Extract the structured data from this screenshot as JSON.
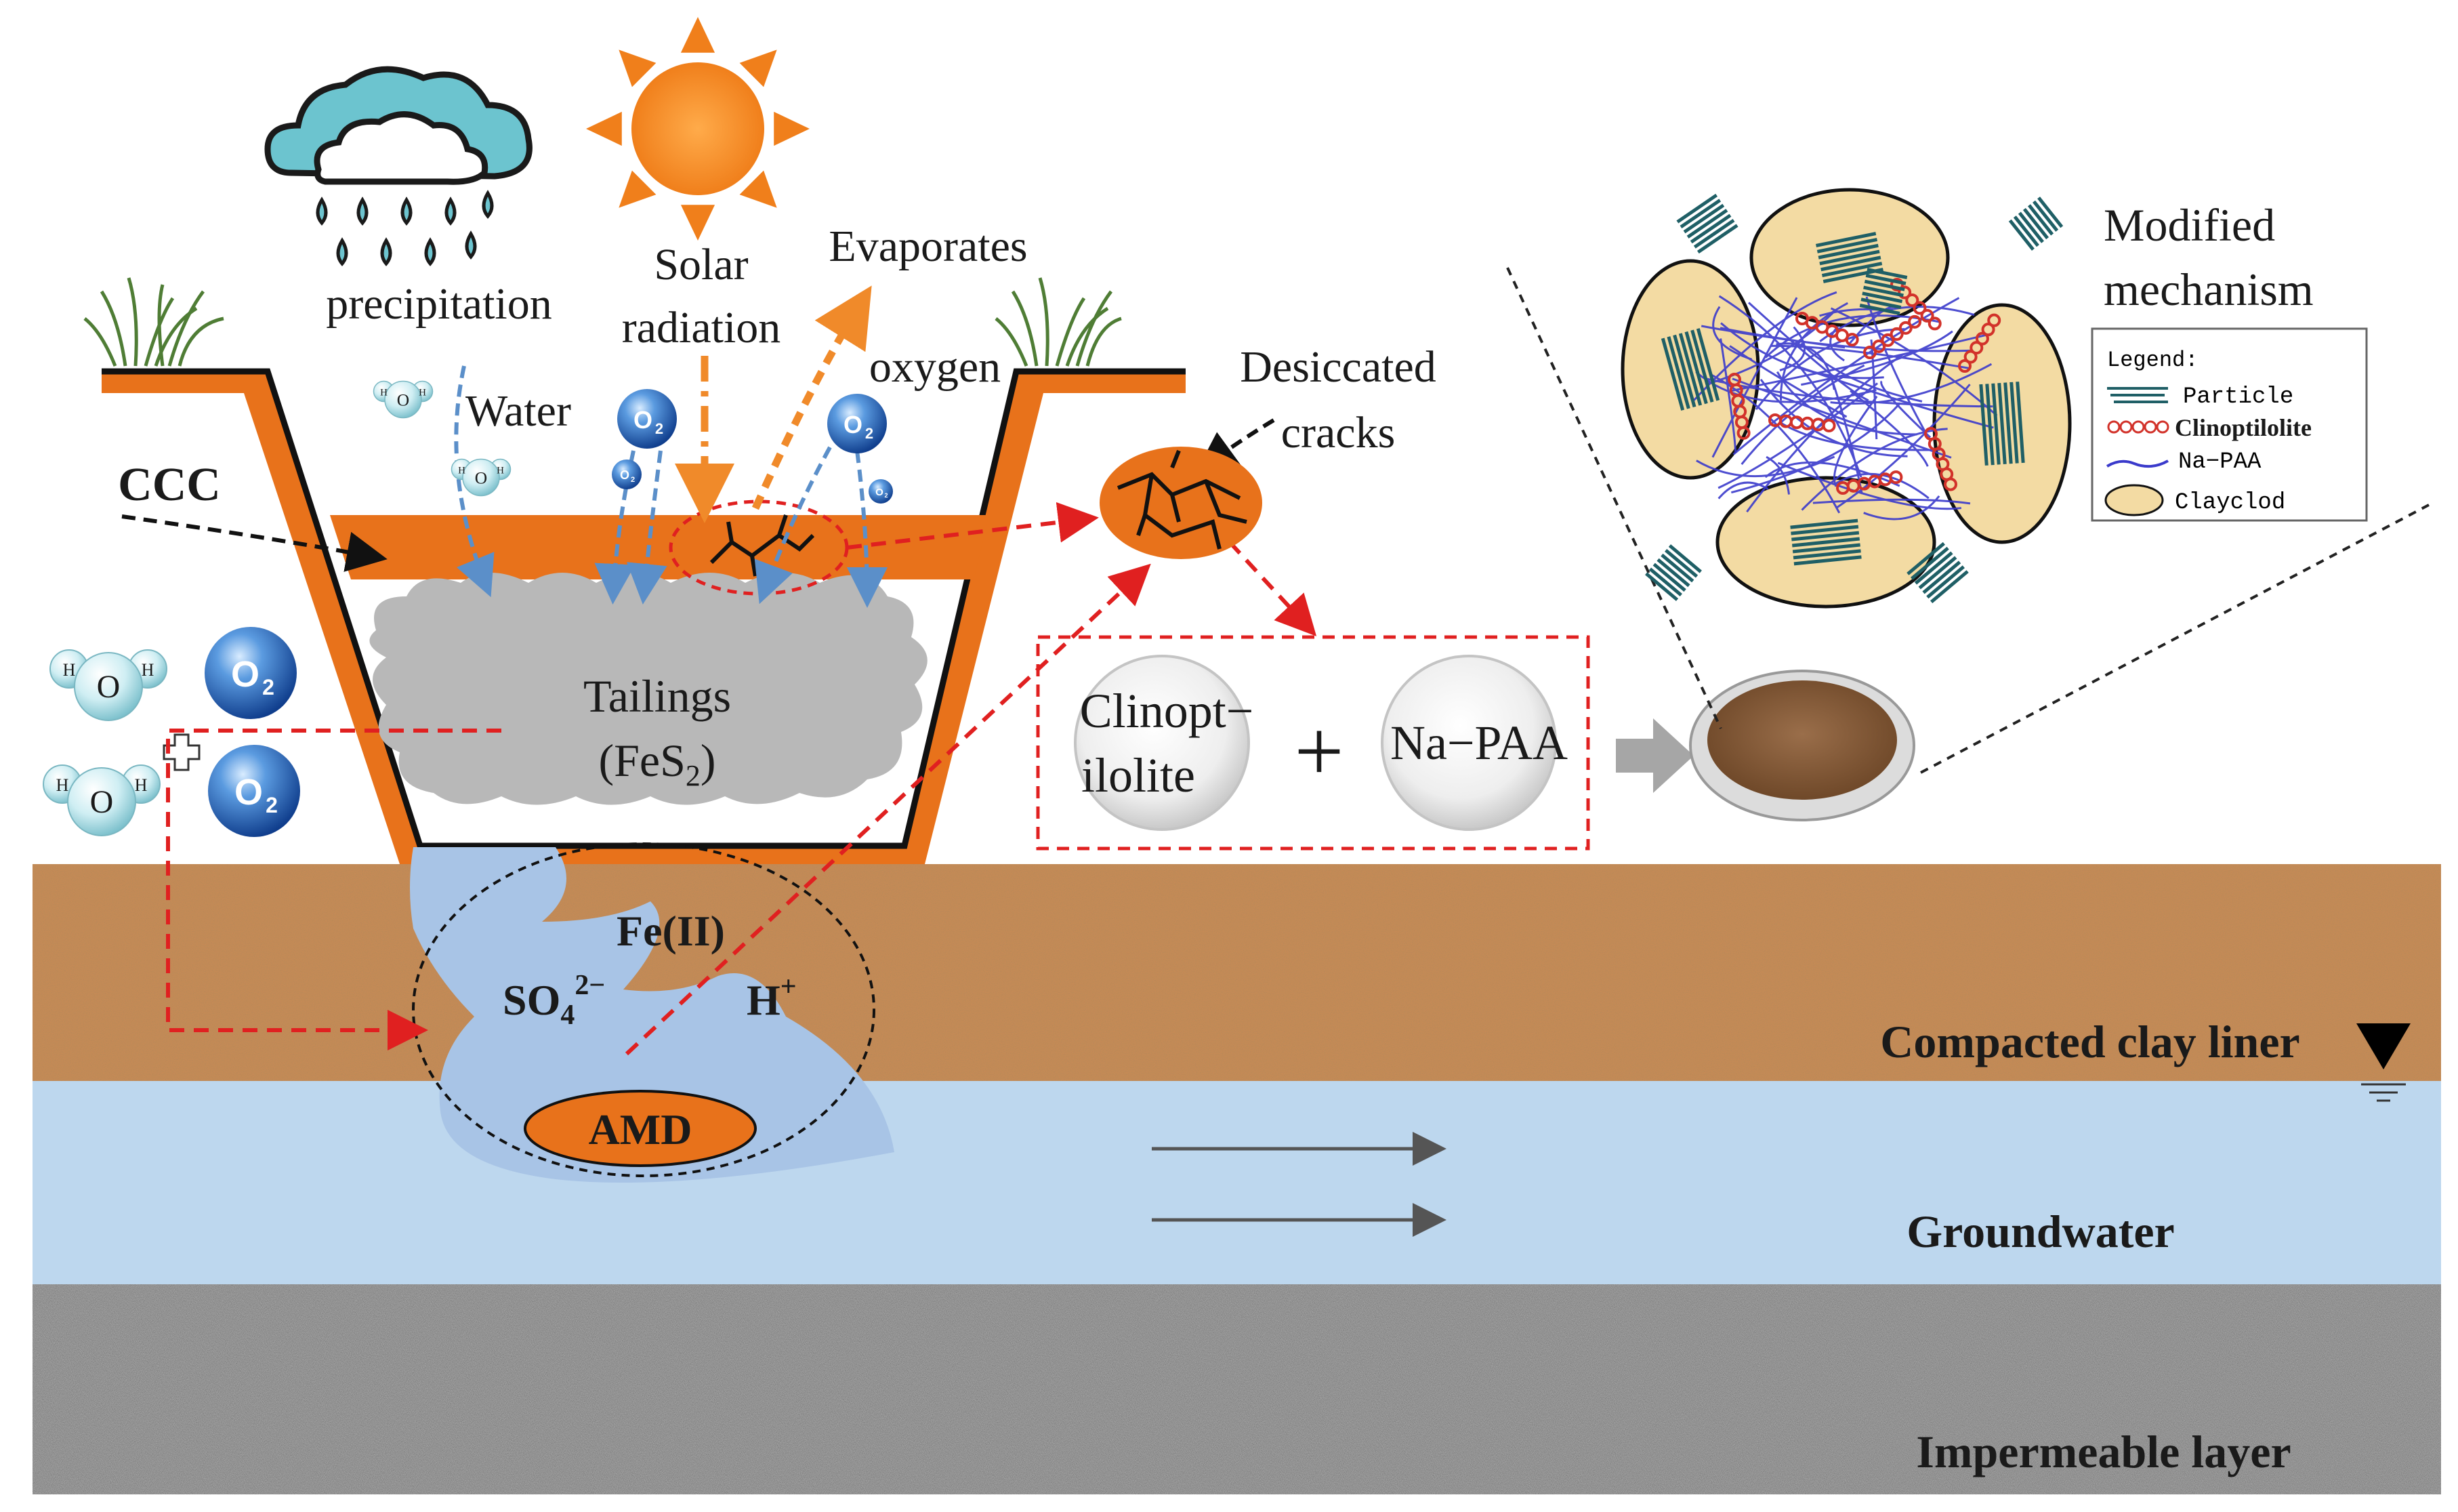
{
  "labels": {
    "precipitation": "precipitation",
    "solar": "Solar",
    "radiation": "radiation",
    "evaporates": "Evaporates",
    "water": "Water",
    "oxygen": "oxygen",
    "ccc": "CCC",
    "desiccated": "Desiccated",
    "cracks": "cracks",
    "tailings": "Tailings",
    "fes": "(FeS",
    "fes_sub": "2",
    "fes_close": ")",
    "fe": "Fe(II)",
    "so4": "SO",
    "so4_sub": "4",
    "so4_sup": "2−",
    "h": "H",
    "h_sup": "+",
    "amd": "AMD",
    "clinopt1": "Clinopt−",
    "clinopt2": "ilolite",
    "plus": "+",
    "napaa": "Na−PAA",
    "modified": "Modified",
    "mechanism": "mechanism",
    "clay_liner": "Compacted clay liner",
    "groundwater": "Groundwater",
    "impermeable": "Impermeable layer"
  },
  "molecules": {
    "o": "O",
    "h": "H",
    "o2": "O",
    "o2_sub": "2"
  },
  "legend": {
    "title": "Legend:",
    "items": [
      "Particle",
      "Clinoptilolite",
      "Na−PAA",
      "Clayclod"
    ]
  },
  "colors": {
    "orange": "#e8721b",
    "soil": "#c98a55",
    "groundwater": "#bdd7ee",
    "rock": "#9a9a9a",
    "tailings": "#b8b8b8",
    "amd_water": "#a8c4e6",
    "o2_blue": "#2f6fc4",
    "clay_clod": "#f3dba3",
    "particle": "#1f5f66",
    "napaa": "#3a3acb",
    "clinoptilolite": "#d2322a"
  }
}
